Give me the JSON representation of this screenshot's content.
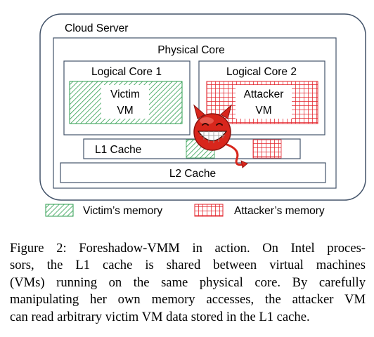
{
  "cloud_server": {
    "label": "Cloud Server"
  },
  "physical_core": {
    "label": "Physical Core"
  },
  "logical_core_1": {
    "label": "Logical Core 1"
  },
  "logical_core_2": {
    "label": "Logical Core 2"
  },
  "victim_vm": {
    "line1": "Victim",
    "line2": "VM"
  },
  "attacker_vm": {
    "line1": "Attacker",
    "line2": "VM"
  },
  "l1_cache": {
    "label": "L1 Cache"
  },
  "l2_cache": {
    "label": "L2 Cache"
  },
  "legend": {
    "victim_memory": "Victim’s memory",
    "attacker_memory": "Attacker’s memory"
  },
  "colors": {
    "victim_pattern": "#2e9e4f",
    "attacker_pattern": "#e3222a",
    "box_stroke": "#44546a",
    "devil_red": "#d8261c"
  },
  "caption": {
    "line1": "Figure 2: Foreshadow-VMM in action. On Intel proces-",
    "line2": "sors, the L1 cache is shared between virtual machines",
    "line3": "(VMs) running on the same physical core. By carefully",
    "line4": "manipulating her own memory accesses, the attacker VM",
    "line5": "can read arbitrary victim VM data stored in the L1 cache."
  }
}
